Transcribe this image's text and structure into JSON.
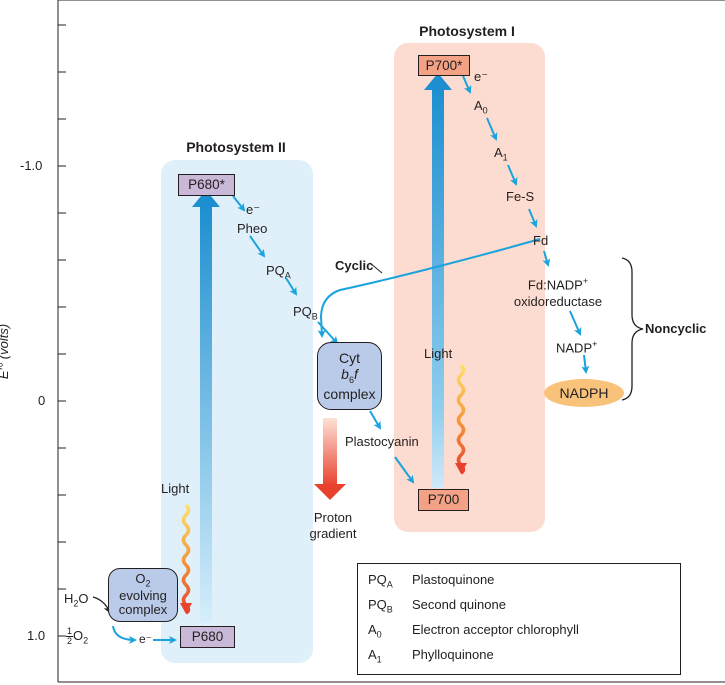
{
  "axis": {
    "ylabel": "E′° (volts)",
    "ticks": [
      "-1.0",
      "0",
      "1.0"
    ]
  },
  "ps2": {
    "title": "Photosystem II",
    "p680_star": "P680*",
    "p680": "P680",
    "electron": "e⁻",
    "pheo": "Pheo",
    "pqa": "PQ",
    "pqa_sub": "A",
    "pqb": "PQ",
    "pqb_sub": "B",
    "light": "Light",
    "o2_complex_line1": "O",
    "o2_complex_sub": "2",
    "o2_complex_line2": "evolving",
    "o2_complex_line3": "complex",
    "h2o": "H",
    "h2o_sub": "2",
    "h2o_end": "O",
    "half_num": "1",
    "half_den": "2",
    "o2": "O",
    "o2_sub": "2",
    "electron2": "e⁻"
  },
  "cyt": {
    "line1": "Cyt",
    "line2_b": "b",
    "line2_sub": "6",
    "line2_f": "f",
    "line3": "complex"
  },
  "proton": {
    "line1": "Proton",
    "line2": "gradient"
  },
  "plastocyanin": "Plastocyanin",
  "cyclic": "Cyclic",
  "ps1": {
    "title": "Photosystem I",
    "p700_star": "P700*",
    "p700": "P700",
    "electron": "e⁻",
    "a0": "A",
    "a0_sub": "0",
    "a1": "A",
    "a1_sub": "1",
    "fes": "Fe-S",
    "fd": "Fd",
    "fdnadp_line1": "Fd:NADP",
    "fdnadp_sup": "+",
    "fdnadp_line2": "oxidoreductase",
    "nadp": "NADP",
    "nadp_sup": "+",
    "nadph": "NADPH",
    "light": "Light"
  },
  "noncyclic": "Noncyclic",
  "legend": [
    {
      "sym": "PQ",
      "sub": "A",
      "text": "Plastoquinone"
    },
    {
      "sym": "PQ",
      "sub": "B",
      "text": "Second quinone"
    },
    {
      "sym": "A",
      "sub": "0",
      "text": "Electron acceptor chlorophyll"
    },
    {
      "sym": "A",
      "sub": "1",
      "text": "Phylloquinone"
    }
  ],
  "colors": {
    "ps2_bg": "#dff0fb",
    "ps1_bg": "#fcdcd0",
    "p680_box": "#c9b8d8",
    "p700_box": "#f4a285",
    "cyt_box": "#b9cbe9",
    "o2_box": "#b9cbe9",
    "nadph": "#f9c27b",
    "arrow_blue": "#1aa3dc",
    "excitation_blue": "#1d8fd0",
    "proton_red": "#e8412e"
  }
}
